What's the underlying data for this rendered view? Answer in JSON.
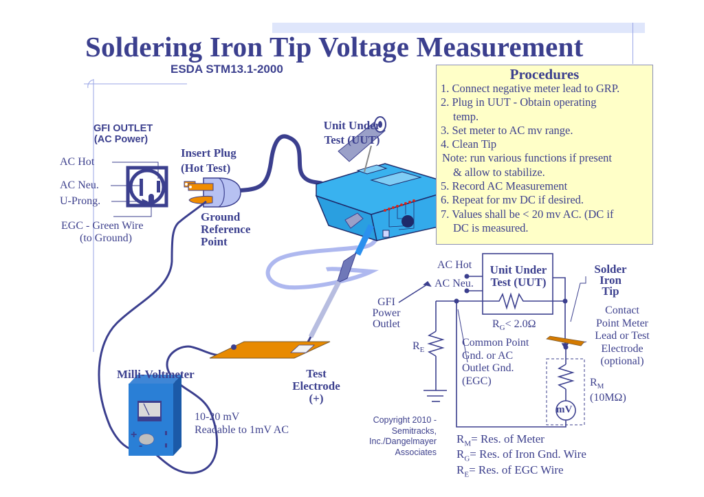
{
  "header": {
    "title": "Soldering Iron Tip Voltage Measurement",
    "subtitle": "ESDA STM13.1-2000"
  },
  "procedures": {
    "heading": "Procedures",
    "lines": [
      "1. Connect negative meter lead to GRP.",
      "2. Plug in UUT - Obtain operating",
      "temp.",
      "3. Set meter to AC mv range.",
      "4. Clean Tip",
      "Note:  run various functions if  present",
      "& allow to stabilize.",
      "5. Record AC Measurement",
      "6. Repeat for mv DC if desired.",
      "7. Values shall be < 20 mv AC. (DC if",
      "DC is measured."
    ]
  },
  "outlet": {
    "title_line1": "GFI OUTLET",
    "title_line2": "(AC Power)",
    "ac_hot": "AC Hot",
    "ac_neu": "AC Neu.",
    "u_prong": "U-Prong.",
    "egc_line1": "EGC - Green Wire",
    "egc_line2": "(to Ground)"
  },
  "plug": {
    "line1": "Insert Plug",
    "line2": "(Hot Test)",
    "grp_line1": "Ground",
    "grp_line2": "Reference",
    "grp_line3": "Point"
  },
  "uut": {
    "line1": "Unit Under",
    "line2": "Test (UUT)"
  },
  "electrode": {
    "line1": "Test",
    "line2": "Electrode",
    "line3": "(+)"
  },
  "meter": {
    "title": "Milli-Voltmeter",
    "spec_line1": "10-20 mV",
    "spec_line2": "Readable to 1mV AC",
    "plus": "+",
    "minus": "-"
  },
  "schematic": {
    "ac_hot": "AC Hot",
    "ac_neu": "AC Neu.",
    "uut_line1": "Unit Under",
    "uut_line2": "Test (UUT)",
    "rg_label": "R",
    "rg_sub": "G",
    "rg_value": "< 2.0Ω",
    "gfi_line1": "GFI",
    "gfi_line2": "Power",
    "gfi_line3": "Outlet",
    "re_label": "R",
    "re_sub": "E",
    "common_line1": "Common Point",
    "common_line2": "Gnd. or AC",
    "common_line3": "Outlet Gnd.",
    "common_line4": "(EGC)",
    "tip_line1": "Solder",
    "tip_line2": "Iron",
    "tip_line3": "Tip",
    "contact_line1": "Contact",
    "contact_line2": "Point Meter",
    "contact_line3": "Lead or Test",
    "contact_line4": "Electrode",
    "contact_line5": "(optional)",
    "rm_label": "R",
    "rm_sub": "M",
    "rm_value": "(10MΩ)",
    "meter_symbol": "mV"
  },
  "legend": [
    {
      "sym": "R",
      "sub": "M",
      "text": "= Res. of Meter"
    },
    {
      "sym": "R",
      "sub": "G",
      "text": "= Res. of Iron Gnd. Wire"
    },
    {
      "sym": "R",
      "sub": "E",
      "text": "= Res. of EGC Wire"
    }
  ],
  "copyright": {
    "line1": "Copyright 2010 -",
    "line2": "Semitracks,",
    "line3": "Inc./Dangelmayer",
    "line4": "Associates"
  },
  "colors": {
    "navy": "#3b3f8e",
    "cyan_device": "#2aa6e8",
    "light_cord": "#a9b4ee",
    "orange": "#e88a00",
    "note_bg": "#ffffc8",
    "meter_blue": "#1f74c9"
  }
}
